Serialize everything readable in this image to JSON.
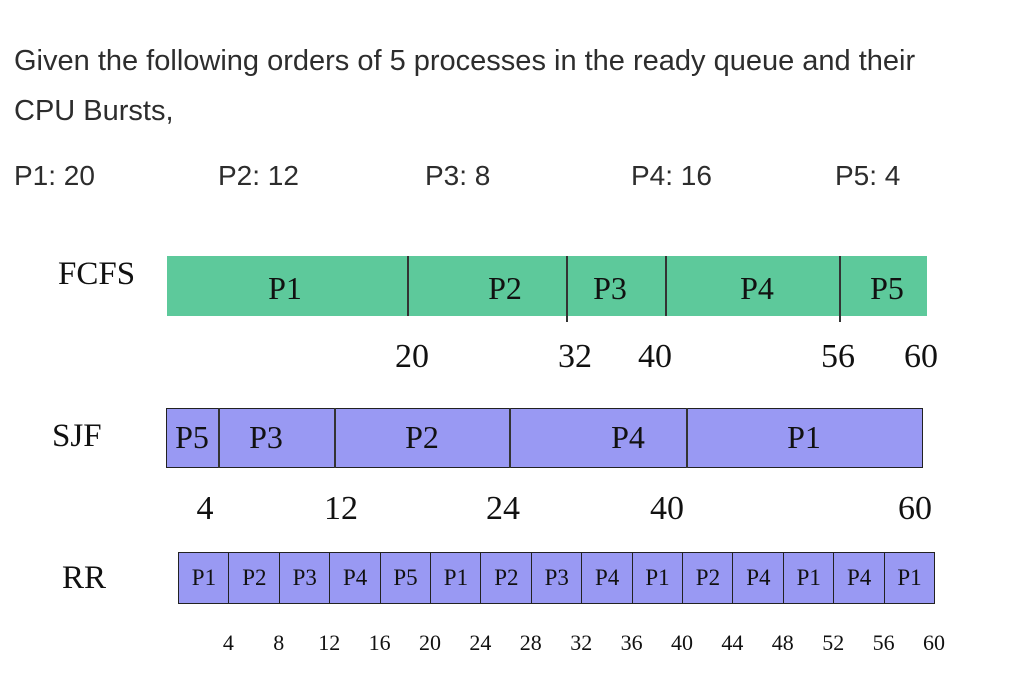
{
  "intro": {
    "line1": "Given the following orders of 5 processes in the ready queue and their",
    "line2": "CPU Bursts,"
  },
  "bursts": [
    {
      "text": "P1: 20"
    },
    {
      "text": "P2: 12"
    },
    {
      "text": "P3: 8"
    },
    {
      "text": "P4: 16"
    },
    {
      "text": "P5: 4"
    }
  ],
  "colors": {
    "fcfs": "#5dc99b",
    "sjf_rr": "#9999f3"
  },
  "fcfs": {
    "label": "FCFS",
    "segments": [
      {
        "name": "P1",
        "start": 0,
        "end": 20
      },
      {
        "name": "P2",
        "start": 20,
        "end": 32
      },
      {
        "name": "P3",
        "start": 32,
        "end": 40
      },
      {
        "name": "P4",
        "start": 40,
        "end": 56
      },
      {
        "name": "P5",
        "start": 56,
        "end": 60
      }
    ],
    "ticks": [
      "20",
      "32",
      "40",
      "56",
      "60"
    ]
  },
  "sjf": {
    "label": "SJF",
    "segments": [
      {
        "name": "P5",
        "start": 0,
        "end": 4
      },
      {
        "name": "P3",
        "start": 4,
        "end": 12
      },
      {
        "name": "P2",
        "start": 12,
        "end": 24
      },
      {
        "name": "P4",
        "start": 24,
        "end": 40
      },
      {
        "name": "P1",
        "start": 40,
        "end": 60
      }
    ],
    "ticks": [
      "4",
      "12",
      "24",
      "40",
      "60"
    ]
  },
  "rr": {
    "label": "RR",
    "cells": [
      "P1",
      "P2",
      "P3",
      "P4",
      "P5",
      "P1",
      "P2",
      "P3",
      "P4",
      "P1",
      "P2",
      "P4",
      "P1",
      "P4",
      "P1"
    ],
    "ticks": [
      "4",
      "8",
      "12",
      "16",
      "20",
      "24",
      "28",
      "32",
      "36",
      "40",
      "44",
      "48",
      "52",
      "56",
      "60"
    ]
  }
}
